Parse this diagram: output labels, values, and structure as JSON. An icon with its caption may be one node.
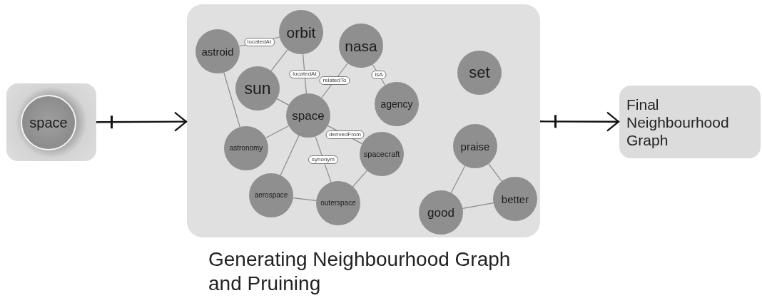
{
  "diagram": {
    "nodes": [
      {
        "text": [],
        "shape": "box"
      },
      {
        "text": [
          "space"
        ],
        "in": 0
      },
      {
        "text": [
          "Generating Neighbourhood Graph and Pruining"
        ]
      },
      {
        "text": [
          "astroid"
        ],
        "in": 2
      },
      {
        "text": [
          "orbit"
        ],
        "in": 2
      },
      {
        "text": [
          "nasa"
        ],
        "in": 2
      },
      {
        "text": [
          "sun"
        ],
        "in": 2
      },
      {
        "text": [
          "space"
        ],
        "in": 2
      },
      {
        "text": [
          "set"
        ],
        "in": 2
      },
      {
        "text": [
          "agency"
        ],
        "in": 2
      },
      {
        "text": [
          "astronomy"
        ],
        "in": 2
      },
      {
        "text": [
          "spacecraft"
        ],
        "in": 2
      },
      {
        "text": [
          "praise"
        ],
        "in": 2
      },
      {
        "text": [
          "aerospace"
        ],
        "in": 2
      },
      {
        "text": [
          "outerspace"
        ],
        "in": 2
      },
      {
        "text": [
          "better"
        ],
        "in": 2
      },
      {
        "text": [
          "good"
        ],
        "in": 2
      },
      {
        "text": [
          "Final Neighbourhood Graph"
        ]
      }
    ],
    "edges": [
      {
        "from": 0,
        "to": 2,
        "arrow": "to",
        "color": "#111111"
      },
      {
        "from": 2,
        "to": 17,
        "arrow": "to",
        "color": "#111111"
      },
      {
        "from": 3,
        "to": 4,
        "arrow": "none",
        "label": "locatedAt"
      },
      {
        "from": 4,
        "to": 6,
        "arrow": "none"
      },
      {
        "from": 4,
        "to": 7,
        "arrow": "none",
        "label": "locatedAt"
      },
      {
        "from": 5,
        "to": 7,
        "arrow": "none",
        "label": "relatedTo"
      },
      {
        "from": 5,
        "to": 9,
        "arrow": "none",
        "label": "isA"
      },
      {
        "from": 6,
        "to": 7,
        "arrow": "none"
      },
      {
        "from": 3,
        "to": 10,
        "arrow": "none"
      },
      {
        "from": 7,
        "to": 10,
        "arrow": "none"
      },
      {
        "from": 7,
        "to": 11,
        "arrow": "none",
        "label": "derivedFrom"
      },
      {
        "from": 7,
        "to": 13,
        "arrow": "none"
      },
      {
        "from": 7,
        "to": 14,
        "arrow": "none",
        "label": "synonym"
      },
      {
        "from": 13,
        "to": 14,
        "arrow": "none"
      },
      {
        "from": 14,
        "to": 11,
        "arrow": "none"
      },
      {
        "from": 12,
        "to": 16,
        "arrow": "none"
      },
      {
        "from": 12,
        "to": 15,
        "arrow": "none"
      },
      {
        "from": 16,
        "to": 15,
        "arrow": "none"
      }
    ]
  }
}
